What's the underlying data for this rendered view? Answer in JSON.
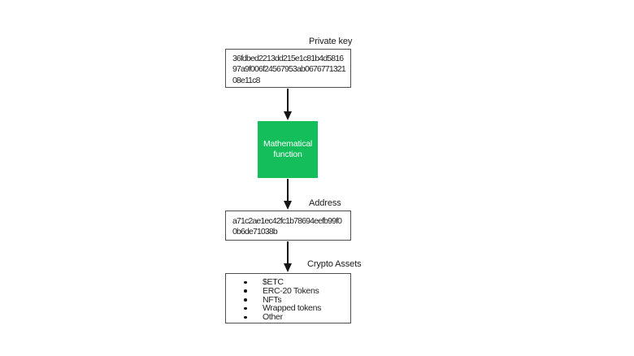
{
  "diagram": {
    "private_key": {
      "label": "Private key",
      "value": "36fdbed2213dd215e1c81b4d581697a9f006f24567953ab067677132108e11c8",
      "lines": [
        "36fdbed2213dd215e1c81b4d5816",
        "97a9f006f24567953ab0676771321",
        "08e11c8"
      ]
    },
    "function_box": {
      "lines": [
        "Mathematical",
        "function"
      ]
    },
    "address": {
      "label": "Address",
      "value": "a71c2ae1ec42fc1b78694eefb99f00b6de71038b",
      "lines": [
        "a71c2ae1ec42fc1b78694eefb99f0",
        "0b6de71038b"
      ]
    },
    "crypto_assets": {
      "label": "Crypto Assets",
      "items": [
        "$ETC",
        "ERC-20 Tokens",
        "NFTs",
        "Wrapped tokens",
        "Other"
      ]
    },
    "colors": {
      "accent_green": "#13BE5B",
      "box_border": "#4f4f4f",
      "arrow": "#141414",
      "text": "#1d1d1d"
    }
  }
}
